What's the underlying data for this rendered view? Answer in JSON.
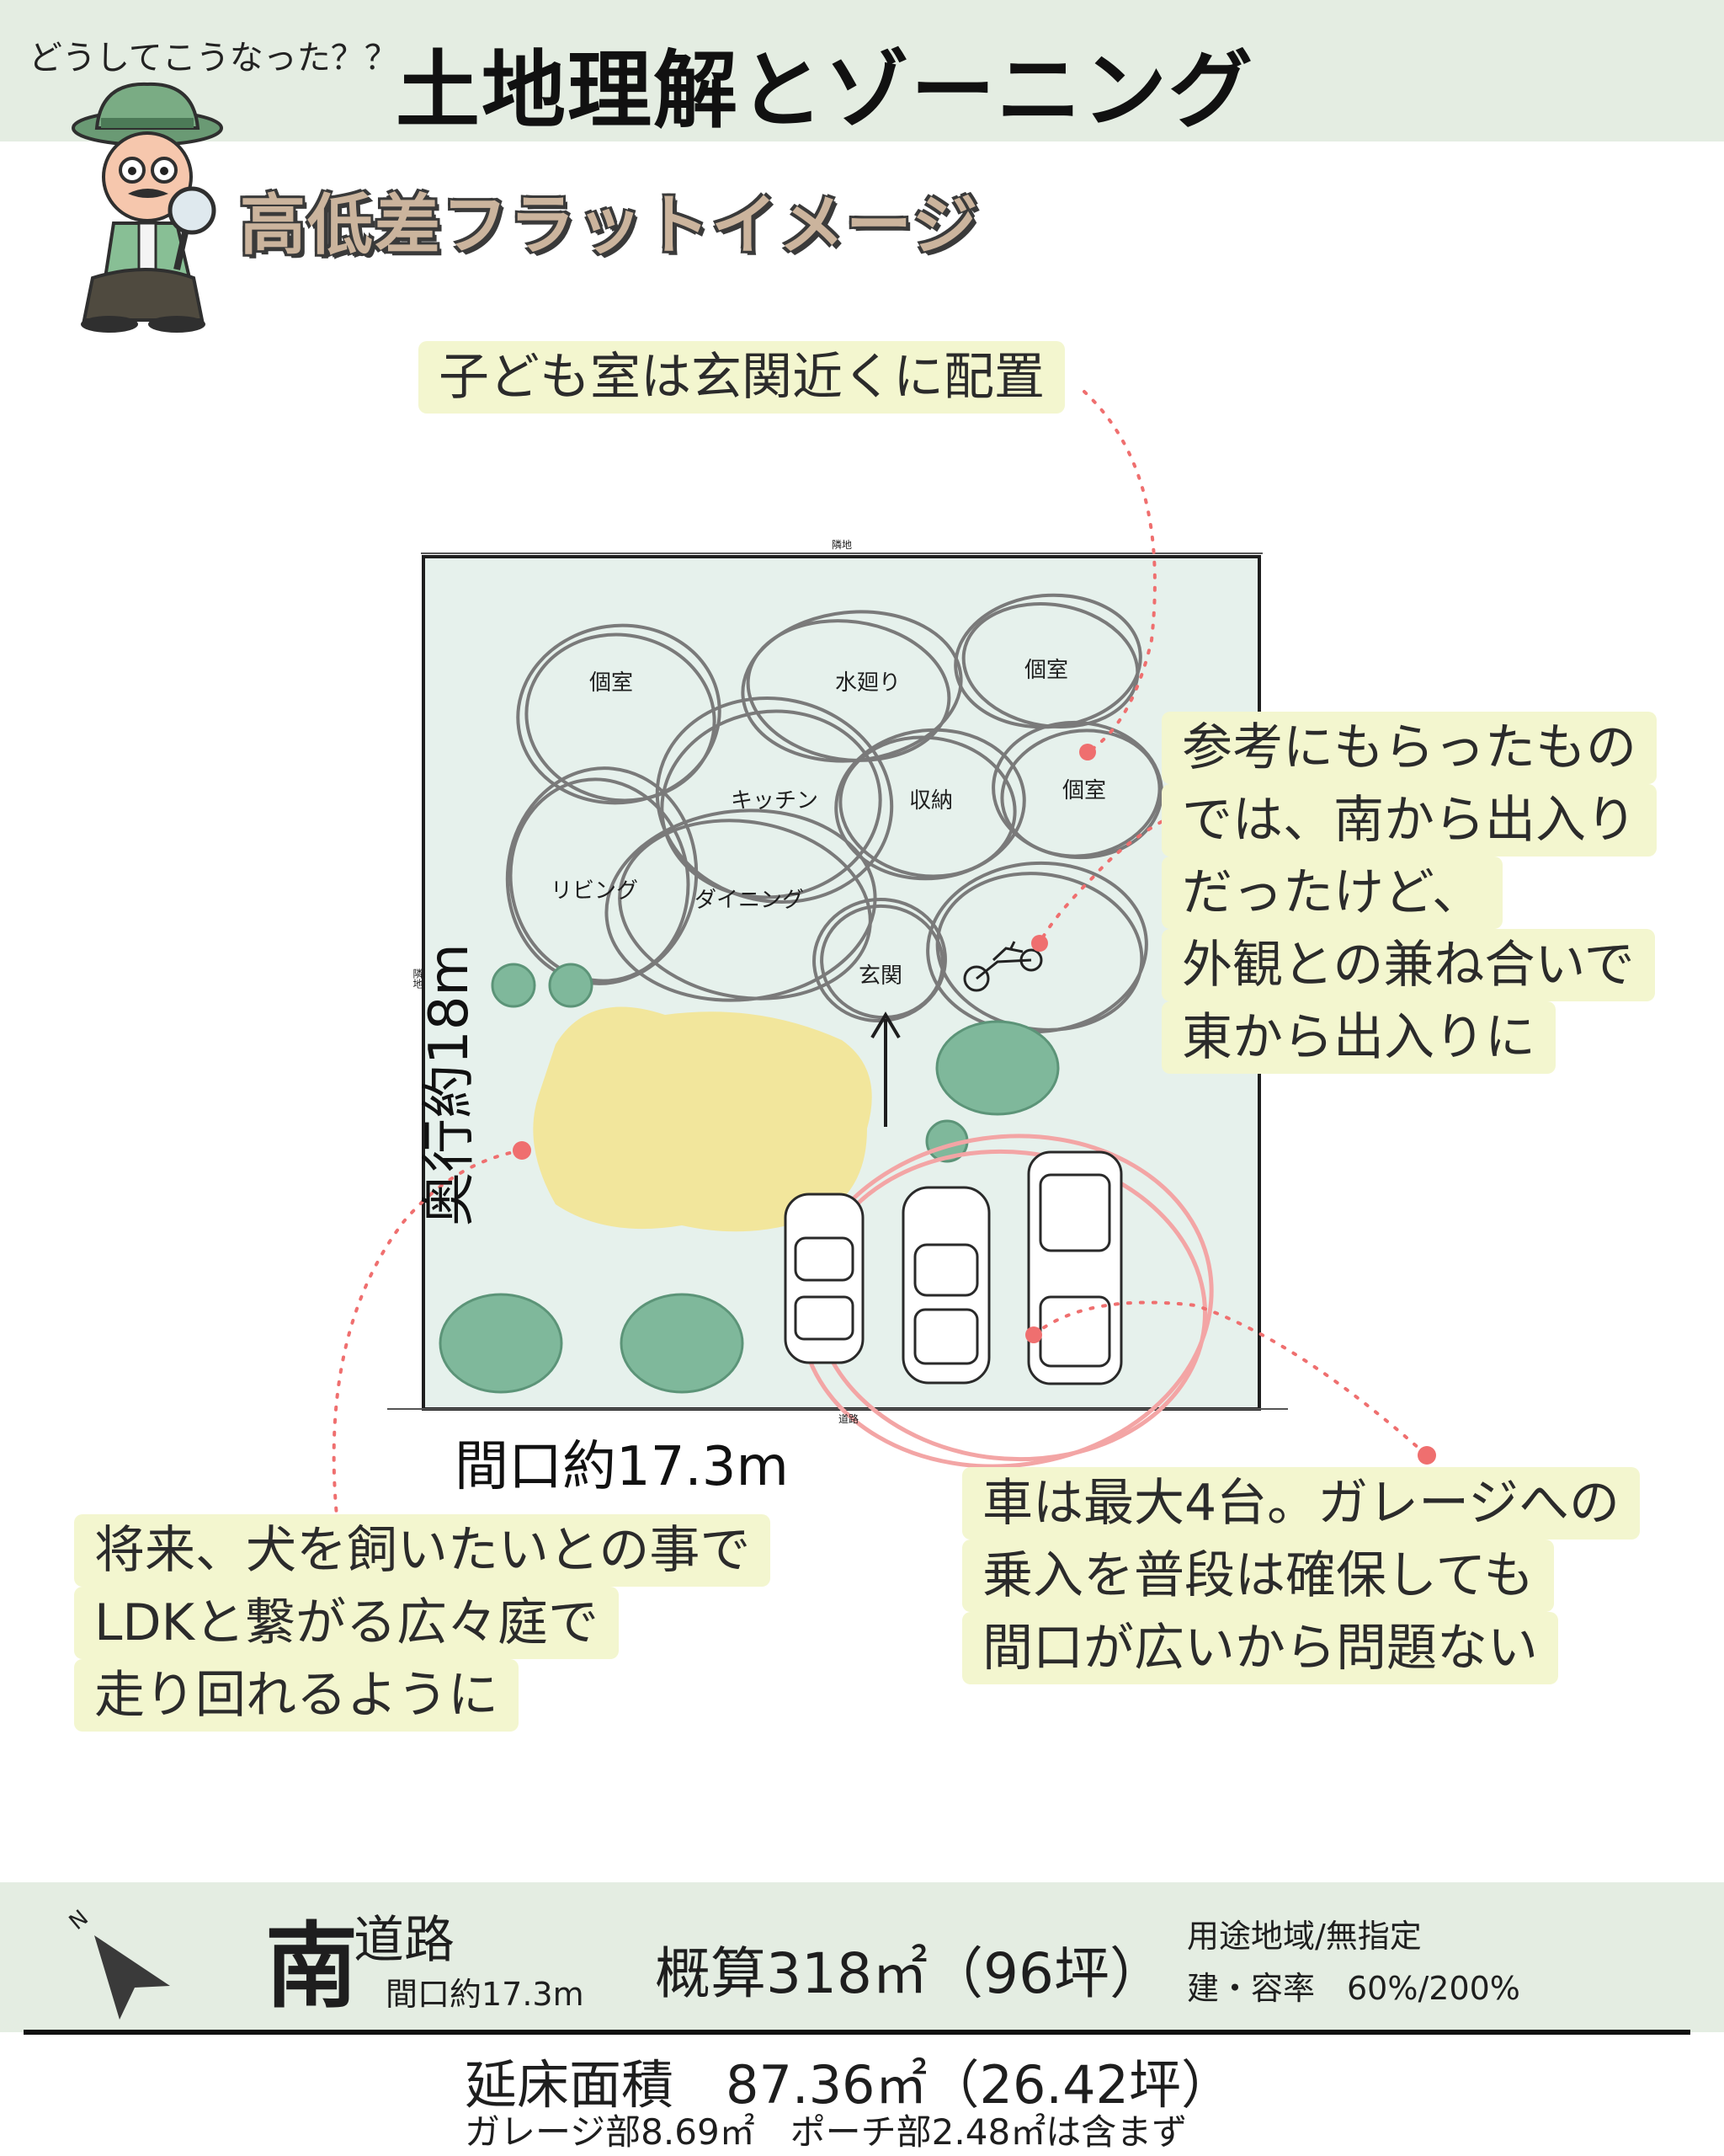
{
  "header": {
    "pre_title": "どうしてこうなった？？",
    "title": "土地理解とゾーニング",
    "subtitle": "高低差フラットイメージ"
  },
  "plan": {
    "rooms": [
      "個室",
      "水廻り",
      "個室",
      "キッチン",
      "収納",
      "個室",
      "リビング",
      "ダイニング",
      "玄関"
    ],
    "neighbor_top": "隣地",
    "neighbor_left": "隣地",
    "road_bottom": "道路",
    "depth_label": "奥行約18m",
    "frontage_label": "間口約17.3m"
  },
  "callouts": {
    "kids_room": [
      "子ども室は玄関近くに配置"
    ],
    "entrance": [
      "参考にもらったもの",
      "では、南から出入り",
      "だったけど、",
      "外観との兼ね合いで",
      "東から出入りに"
    ],
    "garden": [
      "将来、犬を飼いたいとの事で",
      "LDKと繋がる広々庭で",
      "走り回れるように"
    ],
    "cars": [
      "車は最大4台。ガレージへの",
      "乗入を普段は確保しても",
      "間口が広いから問題ない"
    ]
  },
  "footer": {
    "direction": "南",
    "road": "道路",
    "frontage": "間口約17.3m",
    "area": "概算318㎡（96坪）",
    "zoning": "用途地域/無指定",
    "ratio": "建・容率　60%/200%",
    "floor_area": "延床面積　87.36㎡（26.42坪）",
    "floor_note": "ガレージ部8.69㎡　ポーチ部2.48㎡は含まず",
    "compass_letter": "N"
  },
  "colors": {
    "band": "#e4ede2",
    "site": "#e6f1ec",
    "callout_bg": "#f3f6cf",
    "pointer": "#ef6f6f",
    "tree": "#7fb89b",
    "lawn": "#f2e69c"
  },
  "icons": [
    "detective-illustration",
    "north-arrow-icon",
    "entrance-arrow-icon",
    "motorcycle-icon",
    "car-icon",
    "tree-icon"
  ]
}
